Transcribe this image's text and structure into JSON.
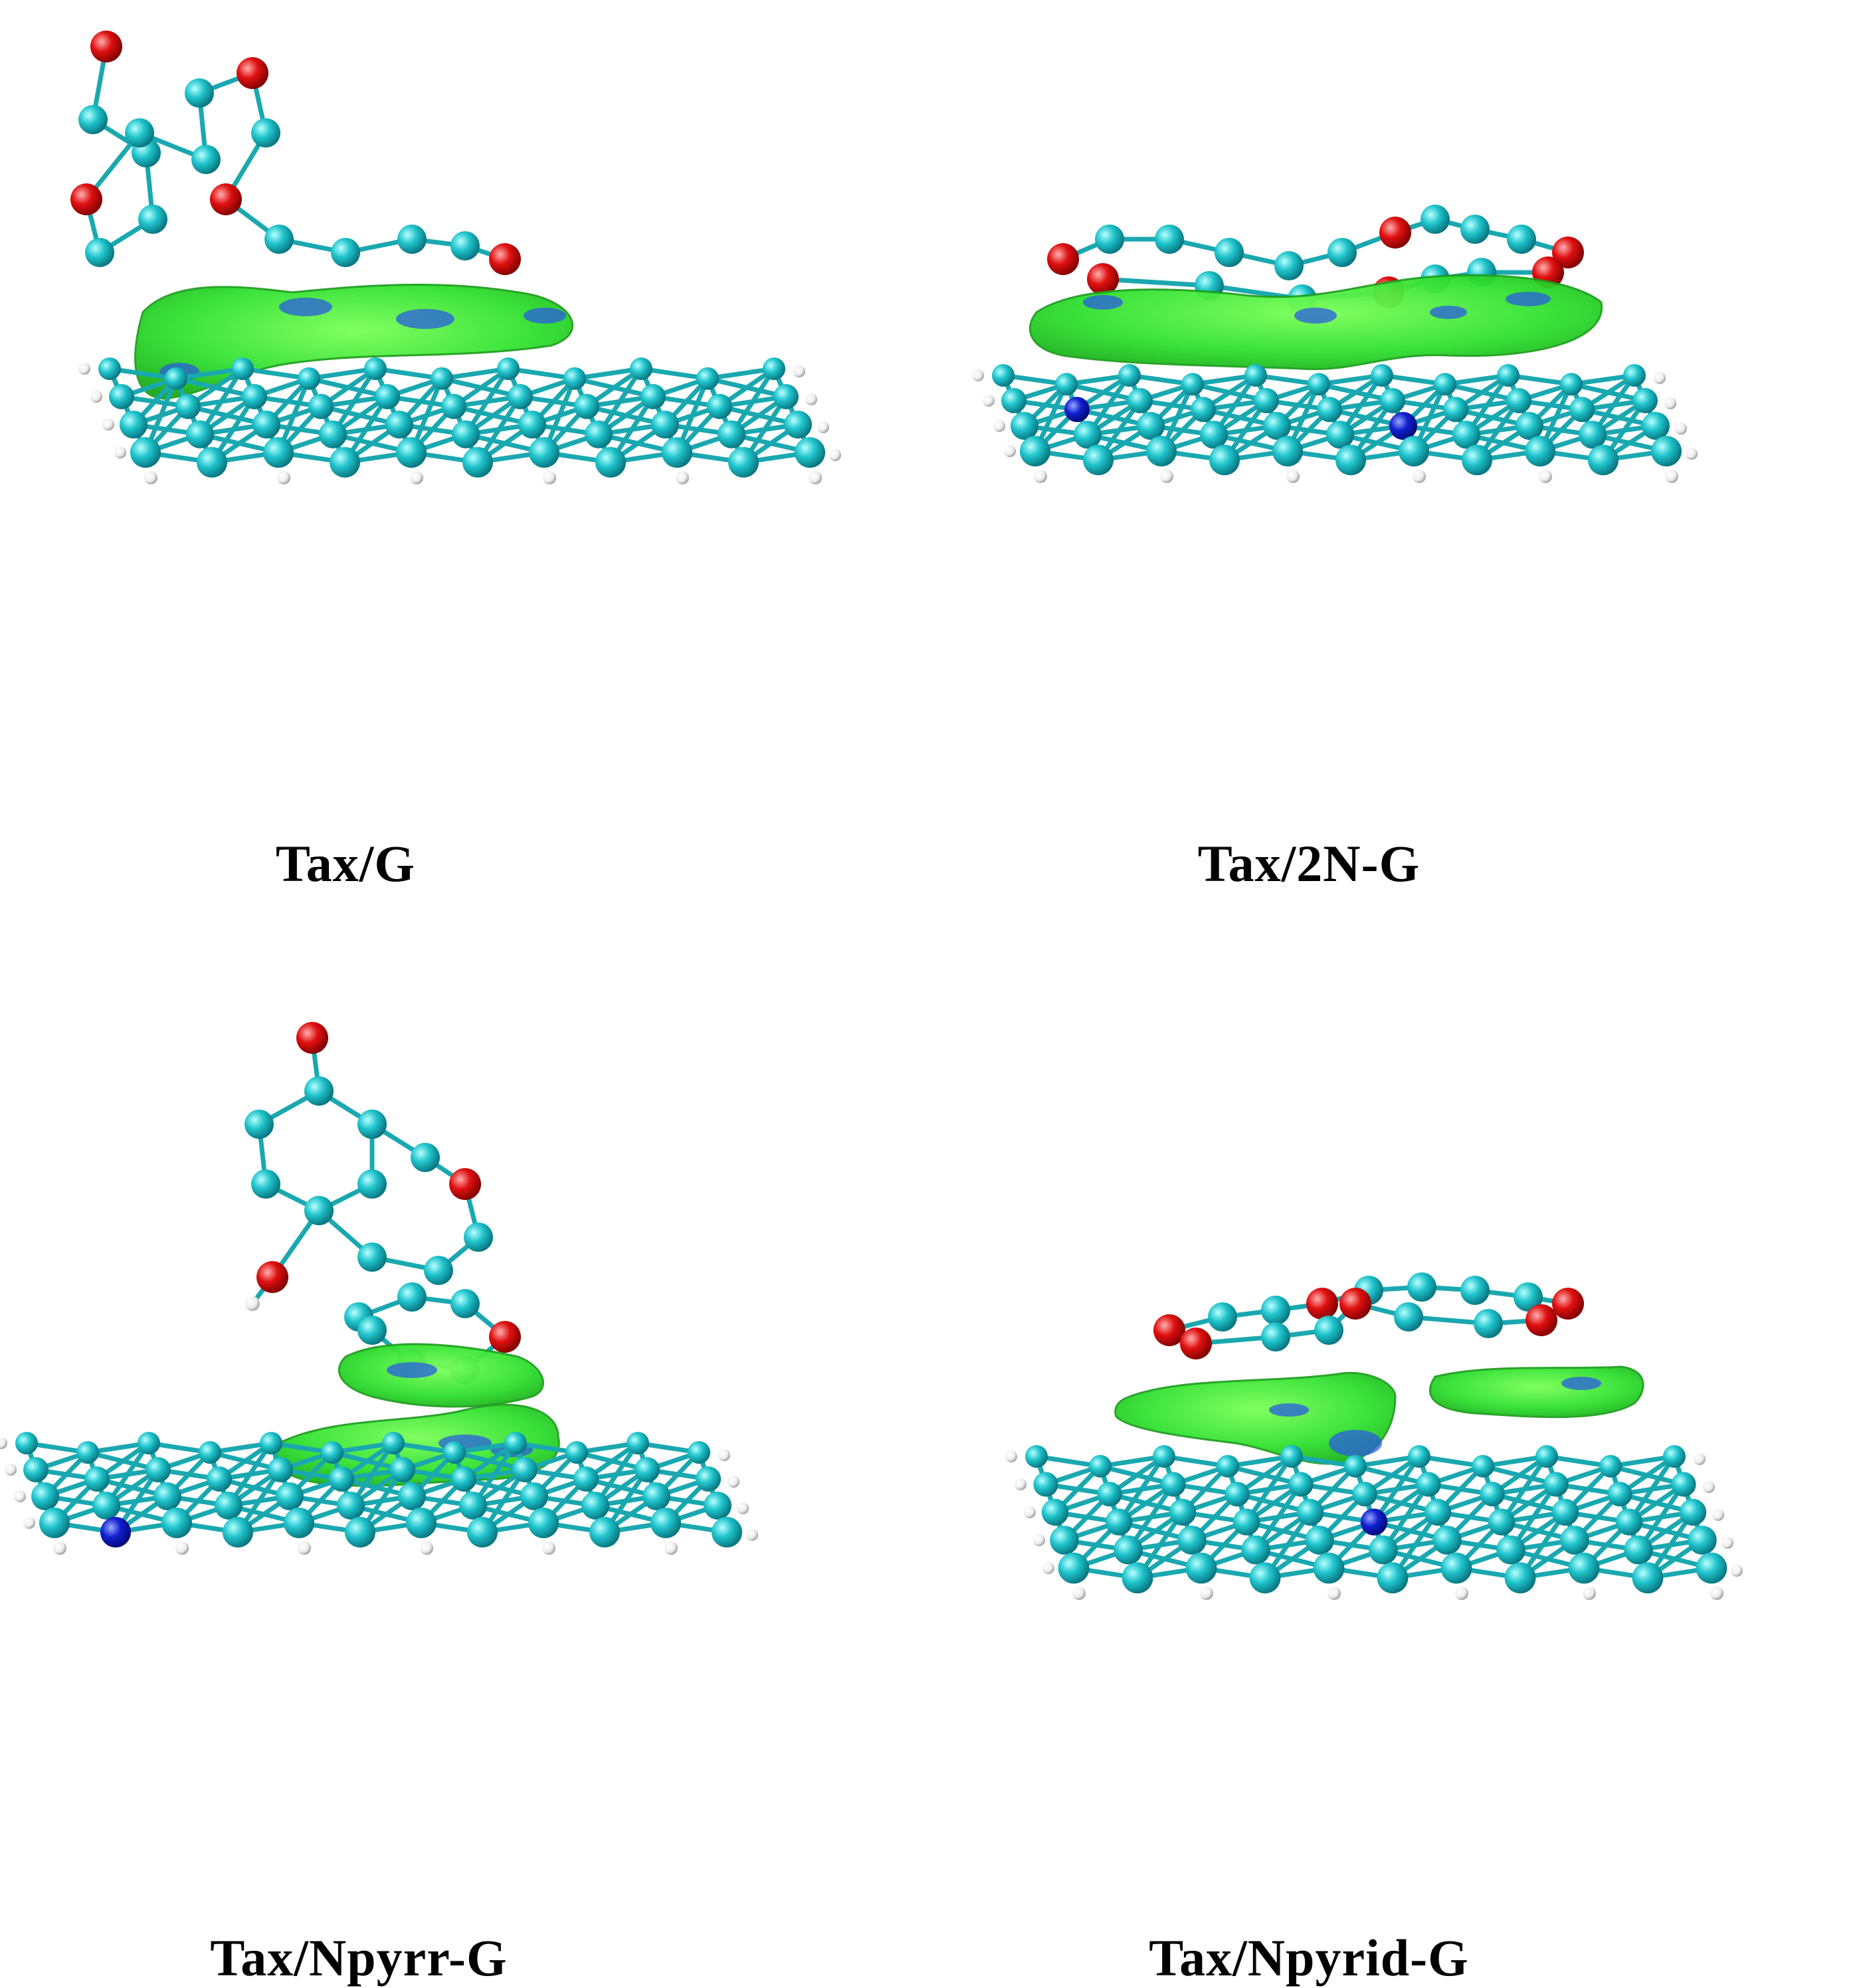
{
  "panels": [
    {
      "label": "Tax/G"
    },
    {
      "label": "Tax/2N-G"
    },
    {
      "label": "Tax/Npyrr-G"
    },
    {
      "label": "Tax/Npyrid-G"
    }
  ],
  "colors": {
    "carbon": "#20c4cc",
    "oxygen": "#e01010",
    "nitrogen": "#1020d0",
    "hydrogen": "#f2f2f2",
    "isosurface": "#30e030",
    "background": "#ffffff"
  }
}
